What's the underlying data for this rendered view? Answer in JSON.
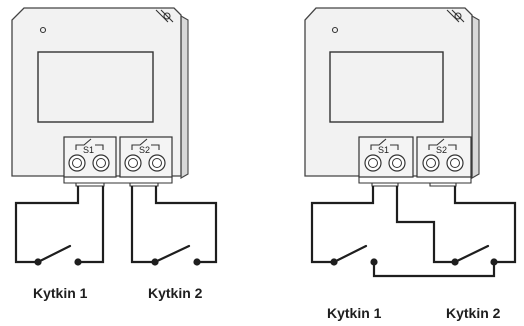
{
  "left_diagram": {
    "terminal_1_label": "S1",
    "terminal_2_label": "S2",
    "switch_1_label": "Kytkin 1",
    "switch_2_label": "Kytkin 2"
  },
  "right_diagram": {
    "terminal_1_label": "S1",
    "terminal_2_label": "S2",
    "switch_1_label": "Kytkin 1",
    "switch_2_label": "Kytkin 2"
  },
  "colors": {
    "wire": "#1e1e1e",
    "outline": "#444444",
    "device_fill": "#f2f2f2"
  }
}
